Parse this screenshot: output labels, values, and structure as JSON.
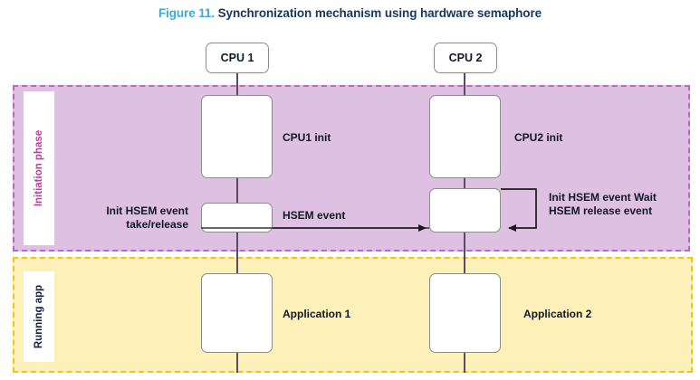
{
  "figure": {
    "number_label": "Figure 11.",
    "title": "Synchronization mechanism using hardware semaphore"
  },
  "phases": [
    {
      "id": "initiation",
      "label": "Initiation phase",
      "fill_color": "#DEC0E3",
      "border_color": "#BE66C0",
      "label_color": "#B5429B"
    },
    {
      "id": "running",
      "label": "Running app",
      "fill_color": "#FDF0B8",
      "border_color": "#F4C318",
      "label_color": "#14213D"
    }
  ],
  "lanes": [
    {
      "id": "cpu1",
      "header": "CPU 1"
    },
    {
      "id": "cpu2",
      "header": "CPU 2"
    }
  ],
  "activities": [
    {
      "id": "cpu1-init",
      "lane": "cpu1",
      "phase": "initiation",
      "caption": "CPU1 init"
    },
    {
      "id": "cpu2-init",
      "lane": "cpu2",
      "phase": "initiation",
      "caption": "CPU2 init"
    },
    {
      "id": "cpu1-hsem",
      "lane": "cpu1",
      "phase": "initiation",
      "caption": "Init HSEM event\ntake/release"
    },
    {
      "id": "cpu2-hsem",
      "lane": "cpu2",
      "phase": "initiation",
      "caption": "Init HSEM event Wait\nHSEM release event"
    },
    {
      "id": "cpu1-app",
      "lane": "cpu1",
      "phase": "running",
      "caption": "Application 1"
    },
    {
      "id": "cpu2-app",
      "lane": "cpu2",
      "phase": "running",
      "caption": "Application 2"
    }
  ],
  "messages": [
    {
      "id": "hsem-event",
      "label": "HSEM event",
      "from": "cpu1-hsem",
      "to": "cpu2-hsem"
    },
    {
      "id": "cpu2-self-wait",
      "label": "",
      "from": "cpu2-hsem",
      "to": "cpu2-hsem"
    }
  ],
  "colors": {
    "figure_number": "#3FA9D8",
    "figure_title": "#17375E",
    "lifeline": "#5A4A63",
    "node_border": "#8C8C8C",
    "arrow": "#1A1A1A",
    "background": "#FFFFFF"
  }
}
